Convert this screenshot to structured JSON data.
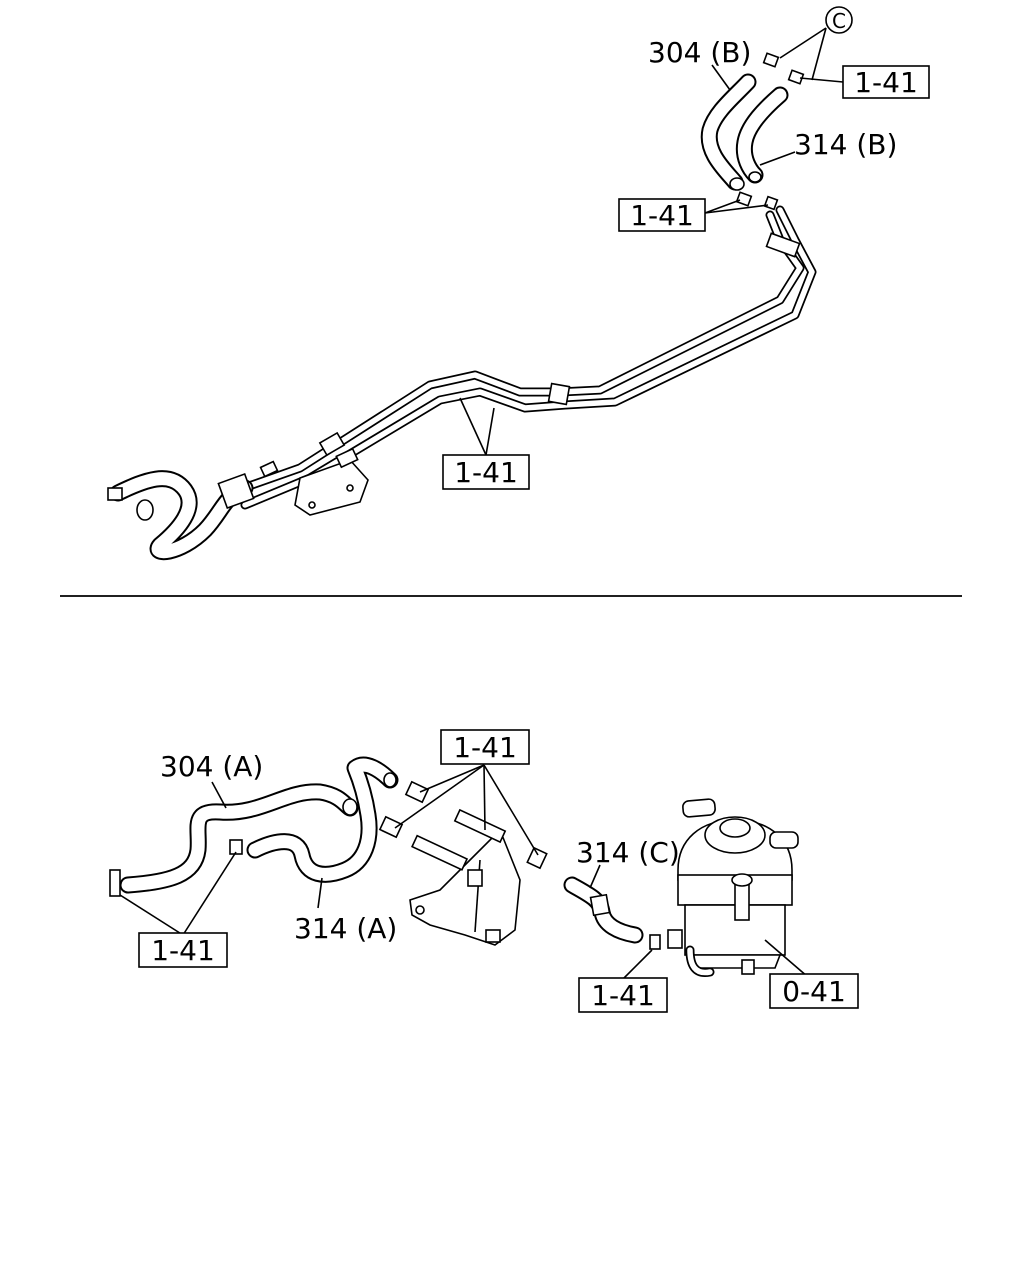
{
  "labels": {
    "top_304b": "304 (B)",
    "top_314b": "314 (B)",
    "top_c": "C",
    "top_ref_1": "1-41",
    "top_ref_2": "1-41",
    "top_ref_3": "1-41",
    "bot_304a": "304 (A)",
    "bot_314a": "314 (A)",
    "bot_314c": "314 (C)",
    "bot_ref_1": "1-41",
    "bot_ref_2": "1-41",
    "bot_ref_3": "1-41",
    "bot_ref_filter": "0-41"
  }
}
